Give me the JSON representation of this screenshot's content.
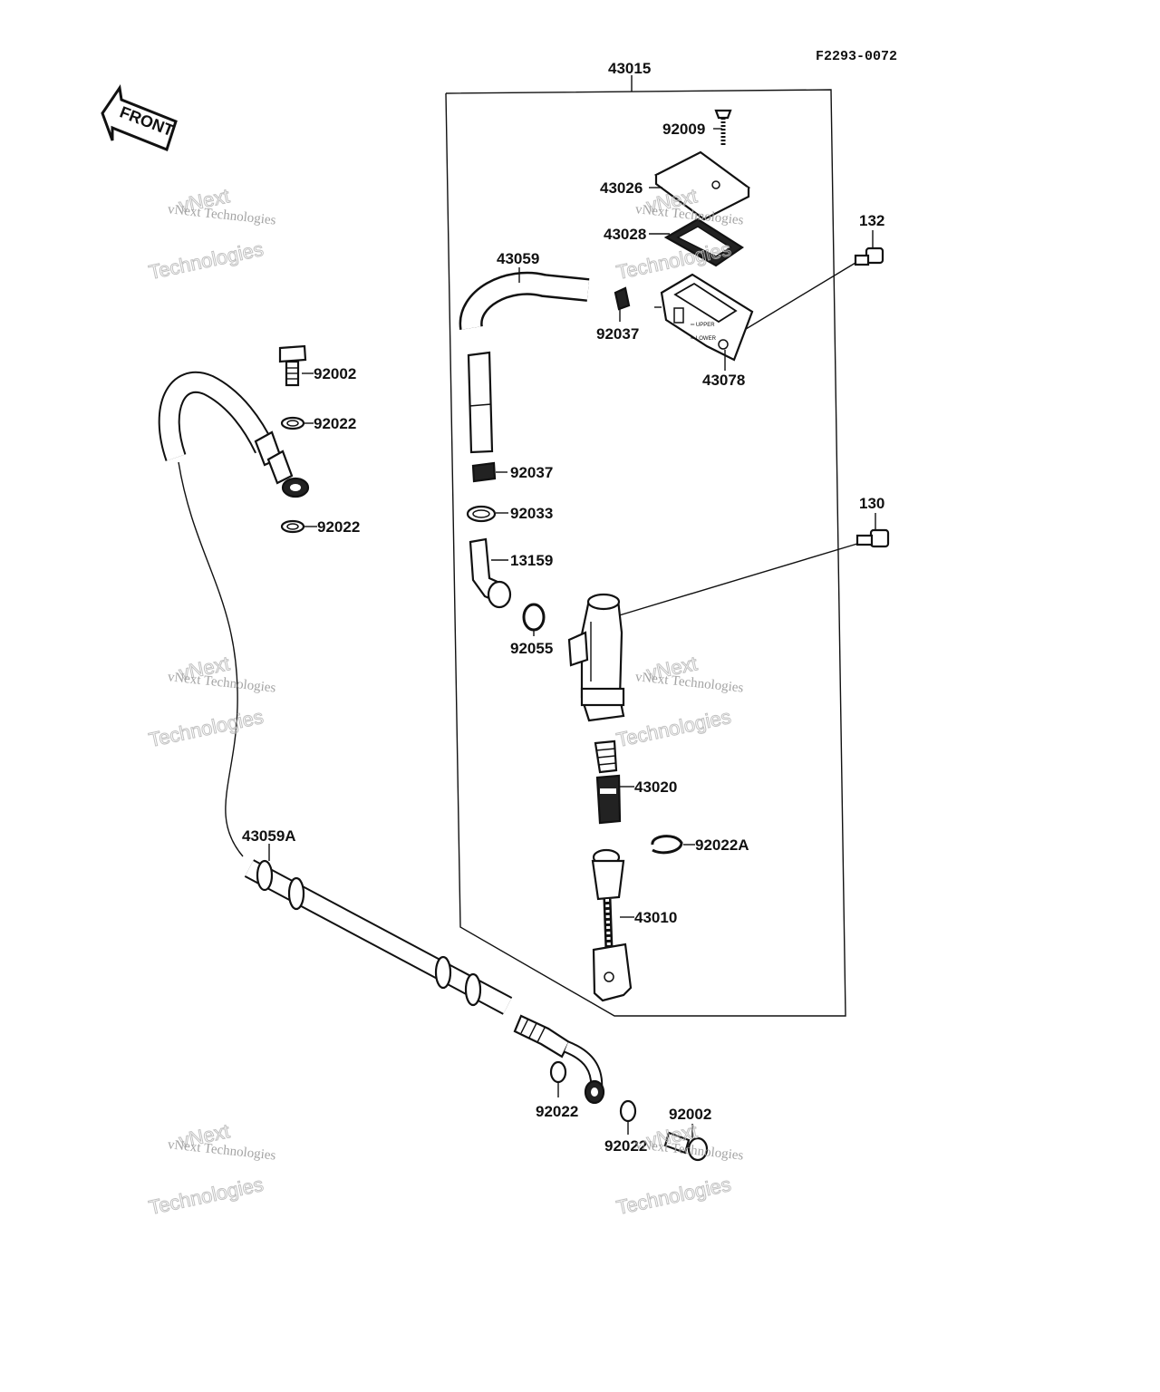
{
  "diagram": {
    "code": "F2293-0072",
    "front_label": "FRONT",
    "watermark_small": "vNext Technologies",
    "watermark_large_a": "vNext",
    "watermark_large_b": "Technologies",
    "parts": {
      "p43015": "43015",
      "p92009": "92009",
      "p43026": "43026",
      "p43028": "43028",
      "p132": "132",
      "p43059": "43059",
      "p92037a": "92037",
      "p43078": "43078",
      "p92002a": "92002",
      "p92022a": "92022",
      "p92022b": "92022",
      "p92037b": "92037",
      "p92033": "92033",
      "p13159": "13159",
      "p130": "130",
      "p92055": "92055",
      "p43020": "43020",
      "p92022A": "92022A",
      "p43059A": "43059A",
      "p43010": "43010",
      "p92022c": "92022",
      "p92002b": "92002",
      "p92022d": "92022"
    }
  }
}
